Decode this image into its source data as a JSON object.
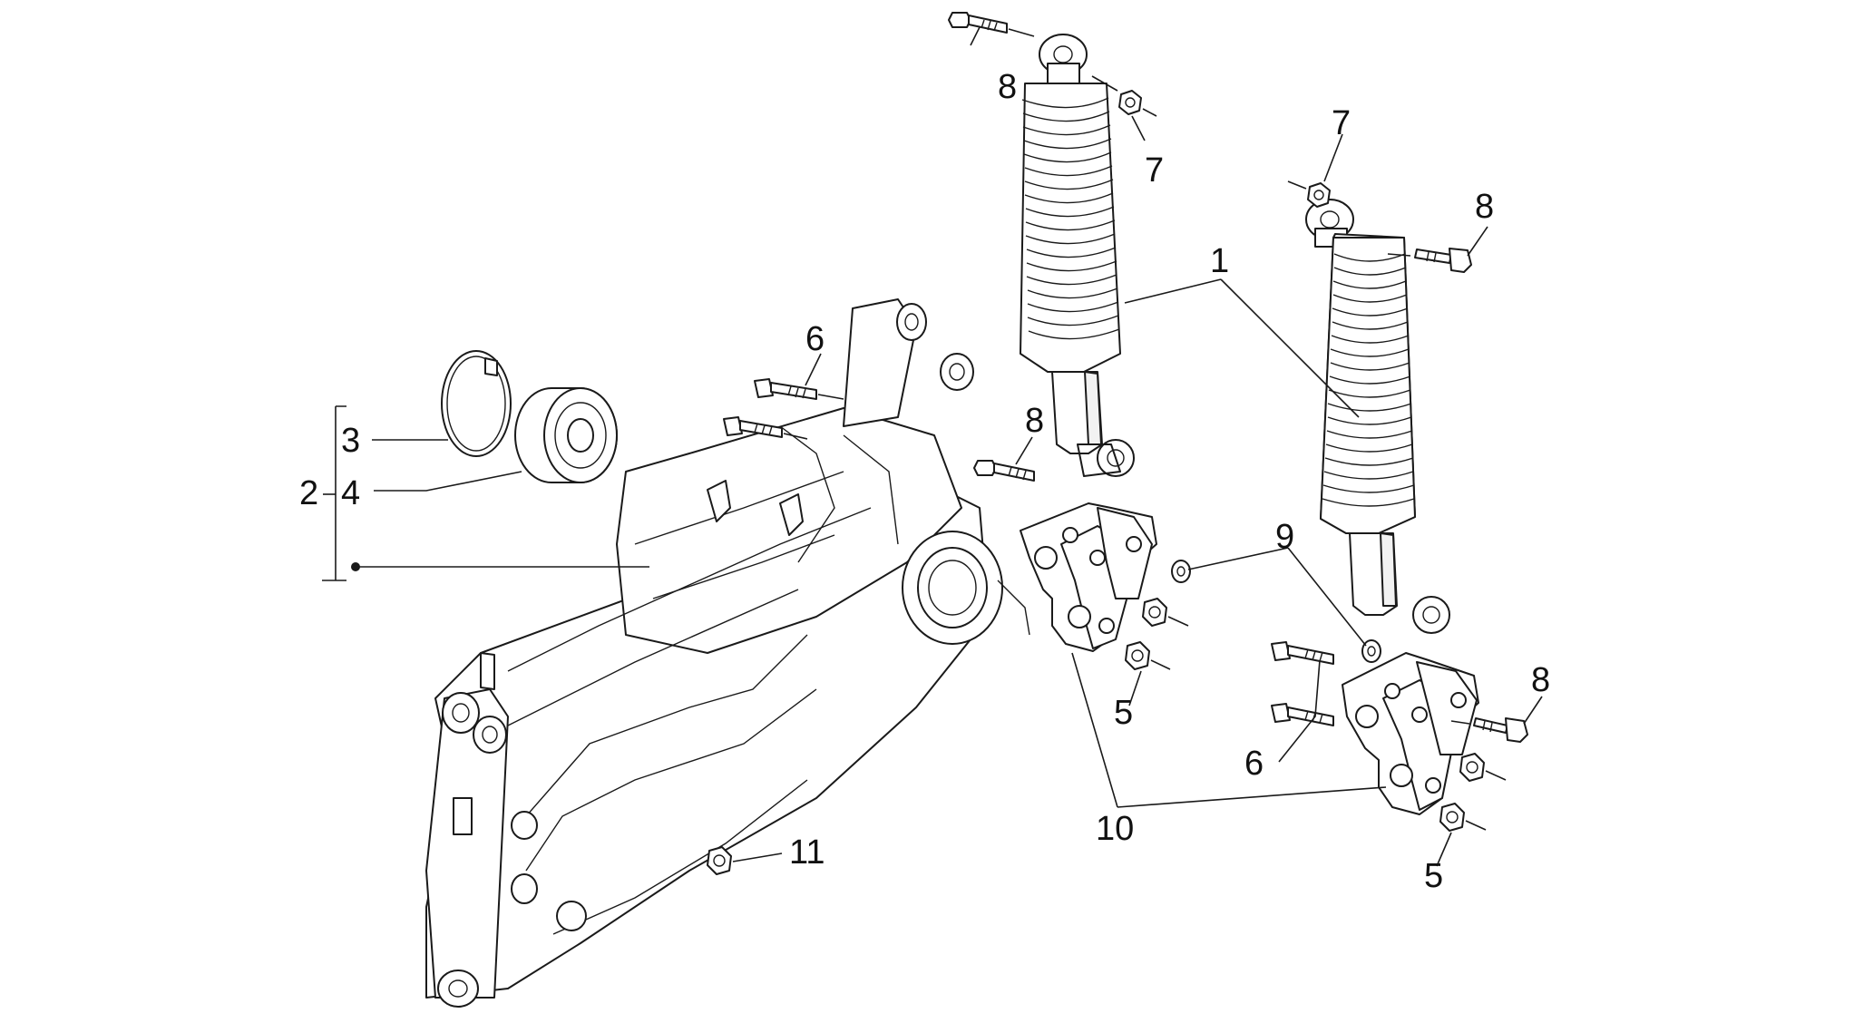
{
  "diagram": {
    "callouts": [
      "1",
      "2",
      "3",
      "4",
      "5",
      "5",
      "6",
      "6",
      "7",
      "7",
      "8",
      "8",
      "8",
      "8",
      "9",
      "10",
      "11"
    ]
  },
  "colors": {
    "line": "#1a1a1a",
    "background": "#ffffff"
  }
}
